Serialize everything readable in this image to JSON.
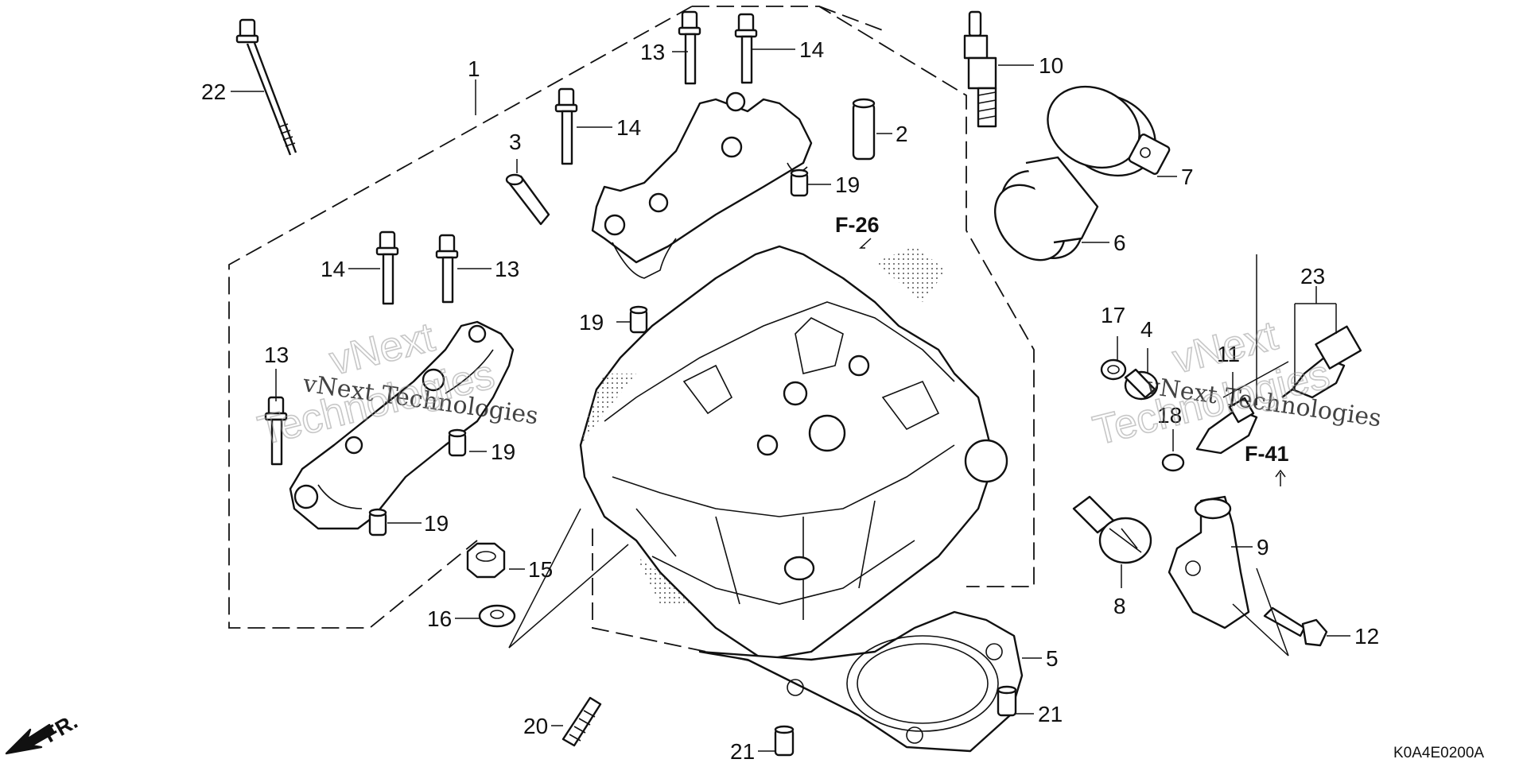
{
  "diagram": {
    "drawing_code": "K0A4E0200A",
    "front_marker": "FR.",
    "references": [
      "F-26",
      "F-41"
    ],
    "watermark": {
      "line1": "vNext Technologies",
      "line2": "vNext",
      "line3": "Technologies"
    },
    "callouts": [
      {
        "key": "c1",
        "text": "1"
      },
      {
        "key": "c2",
        "text": "2"
      },
      {
        "key": "c3",
        "text": "3"
      },
      {
        "key": "c4",
        "text": "4"
      },
      {
        "key": "c5",
        "text": "5"
      },
      {
        "key": "c6",
        "text": "6"
      },
      {
        "key": "c7",
        "text": "7"
      },
      {
        "key": "c8",
        "text": "8"
      },
      {
        "key": "c9",
        "text": "9"
      },
      {
        "key": "c10",
        "text": "10"
      },
      {
        "key": "c11",
        "text": "11"
      },
      {
        "key": "c12",
        "text": "12"
      },
      {
        "key": "c13a",
        "text": "13"
      },
      {
        "key": "c13b",
        "text": "13"
      },
      {
        "key": "c13c",
        "text": "13"
      },
      {
        "key": "c14a",
        "text": "14"
      },
      {
        "key": "c14b",
        "text": "14"
      },
      {
        "key": "c14c",
        "text": "14"
      },
      {
        "key": "c15",
        "text": "15"
      },
      {
        "key": "c16",
        "text": "16"
      },
      {
        "key": "c17",
        "text": "17"
      },
      {
        "key": "c18",
        "text": "18"
      },
      {
        "key": "c19a",
        "text": "19"
      },
      {
        "key": "c19b",
        "text": "19"
      },
      {
        "key": "c19c",
        "text": "19"
      },
      {
        "key": "c19d",
        "text": "19"
      },
      {
        "key": "c20",
        "text": "20"
      },
      {
        "key": "c21a",
        "text": "21"
      },
      {
        "key": "c21b",
        "text": "21"
      },
      {
        "key": "c22",
        "text": "22"
      },
      {
        "key": "c23",
        "text": "23"
      }
    ]
  }
}
